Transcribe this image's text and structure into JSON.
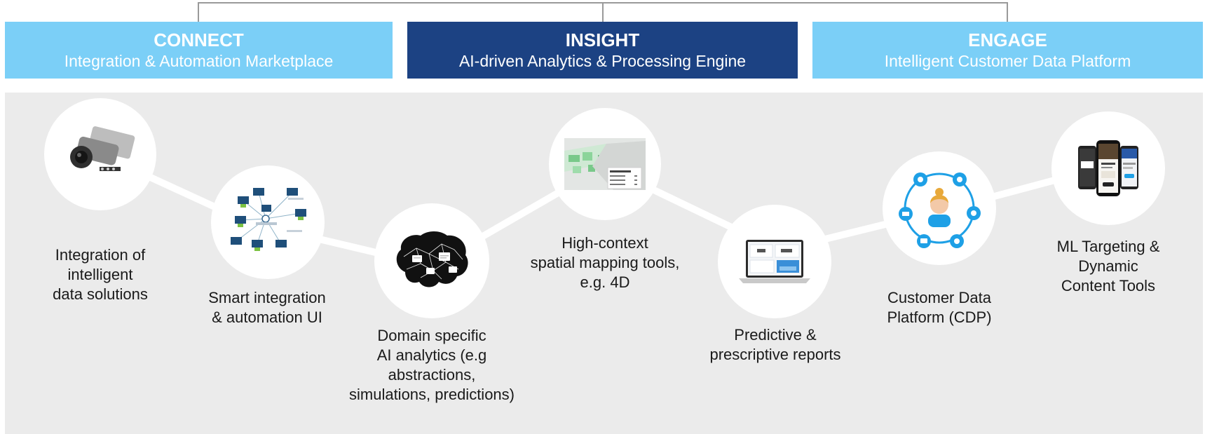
{
  "header": {
    "connect": {
      "title": "CONNECT",
      "subtitle": "Integration & Automation Marketplace"
    },
    "insight": {
      "title": "INSIGHT",
      "subtitle": "AI-driven Analytics & Processing Engine"
    },
    "engage": {
      "title": "ENGAGE",
      "subtitle": "Intelligent Customer Data Platform"
    }
  },
  "nodes": [
    {
      "label": "Integration of\nintelligent\ndata solutions",
      "icon": "security-camera-icon"
    },
    {
      "label": "Smart integration\n& automation UI",
      "icon": "integration-network-icon"
    },
    {
      "label": "Domain specific\nAI analytics (e.g\nabstractions,\nsimulations, predictions)",
      "icon": "ai-brain-icon"
    },
    {
      "label": "High-context\nspatial mapping tools,\ne.g. 4D",
      "icon": "spatial-map-icon"
    },
    {
      "label": "Predictive &\nprescriptive reports",
      "icon": "laptop-report-icon"
    },
    {
      "label": "Customer Data\nPlatform (CDP)",
      "icon": "customer-profile-icon"
    },
    {
      "label": "ML Targeting &\nDynamic\nContent Tools",
      "icon": "mobile-phones-icon"
    }
  ],
  "colors": {
    "light_header": "#7bcff7",
    "dark_header": "#1c4283",
    "panel": "#ebebeb",
    "accent_blue": "#1ea0e6"
  }
}
